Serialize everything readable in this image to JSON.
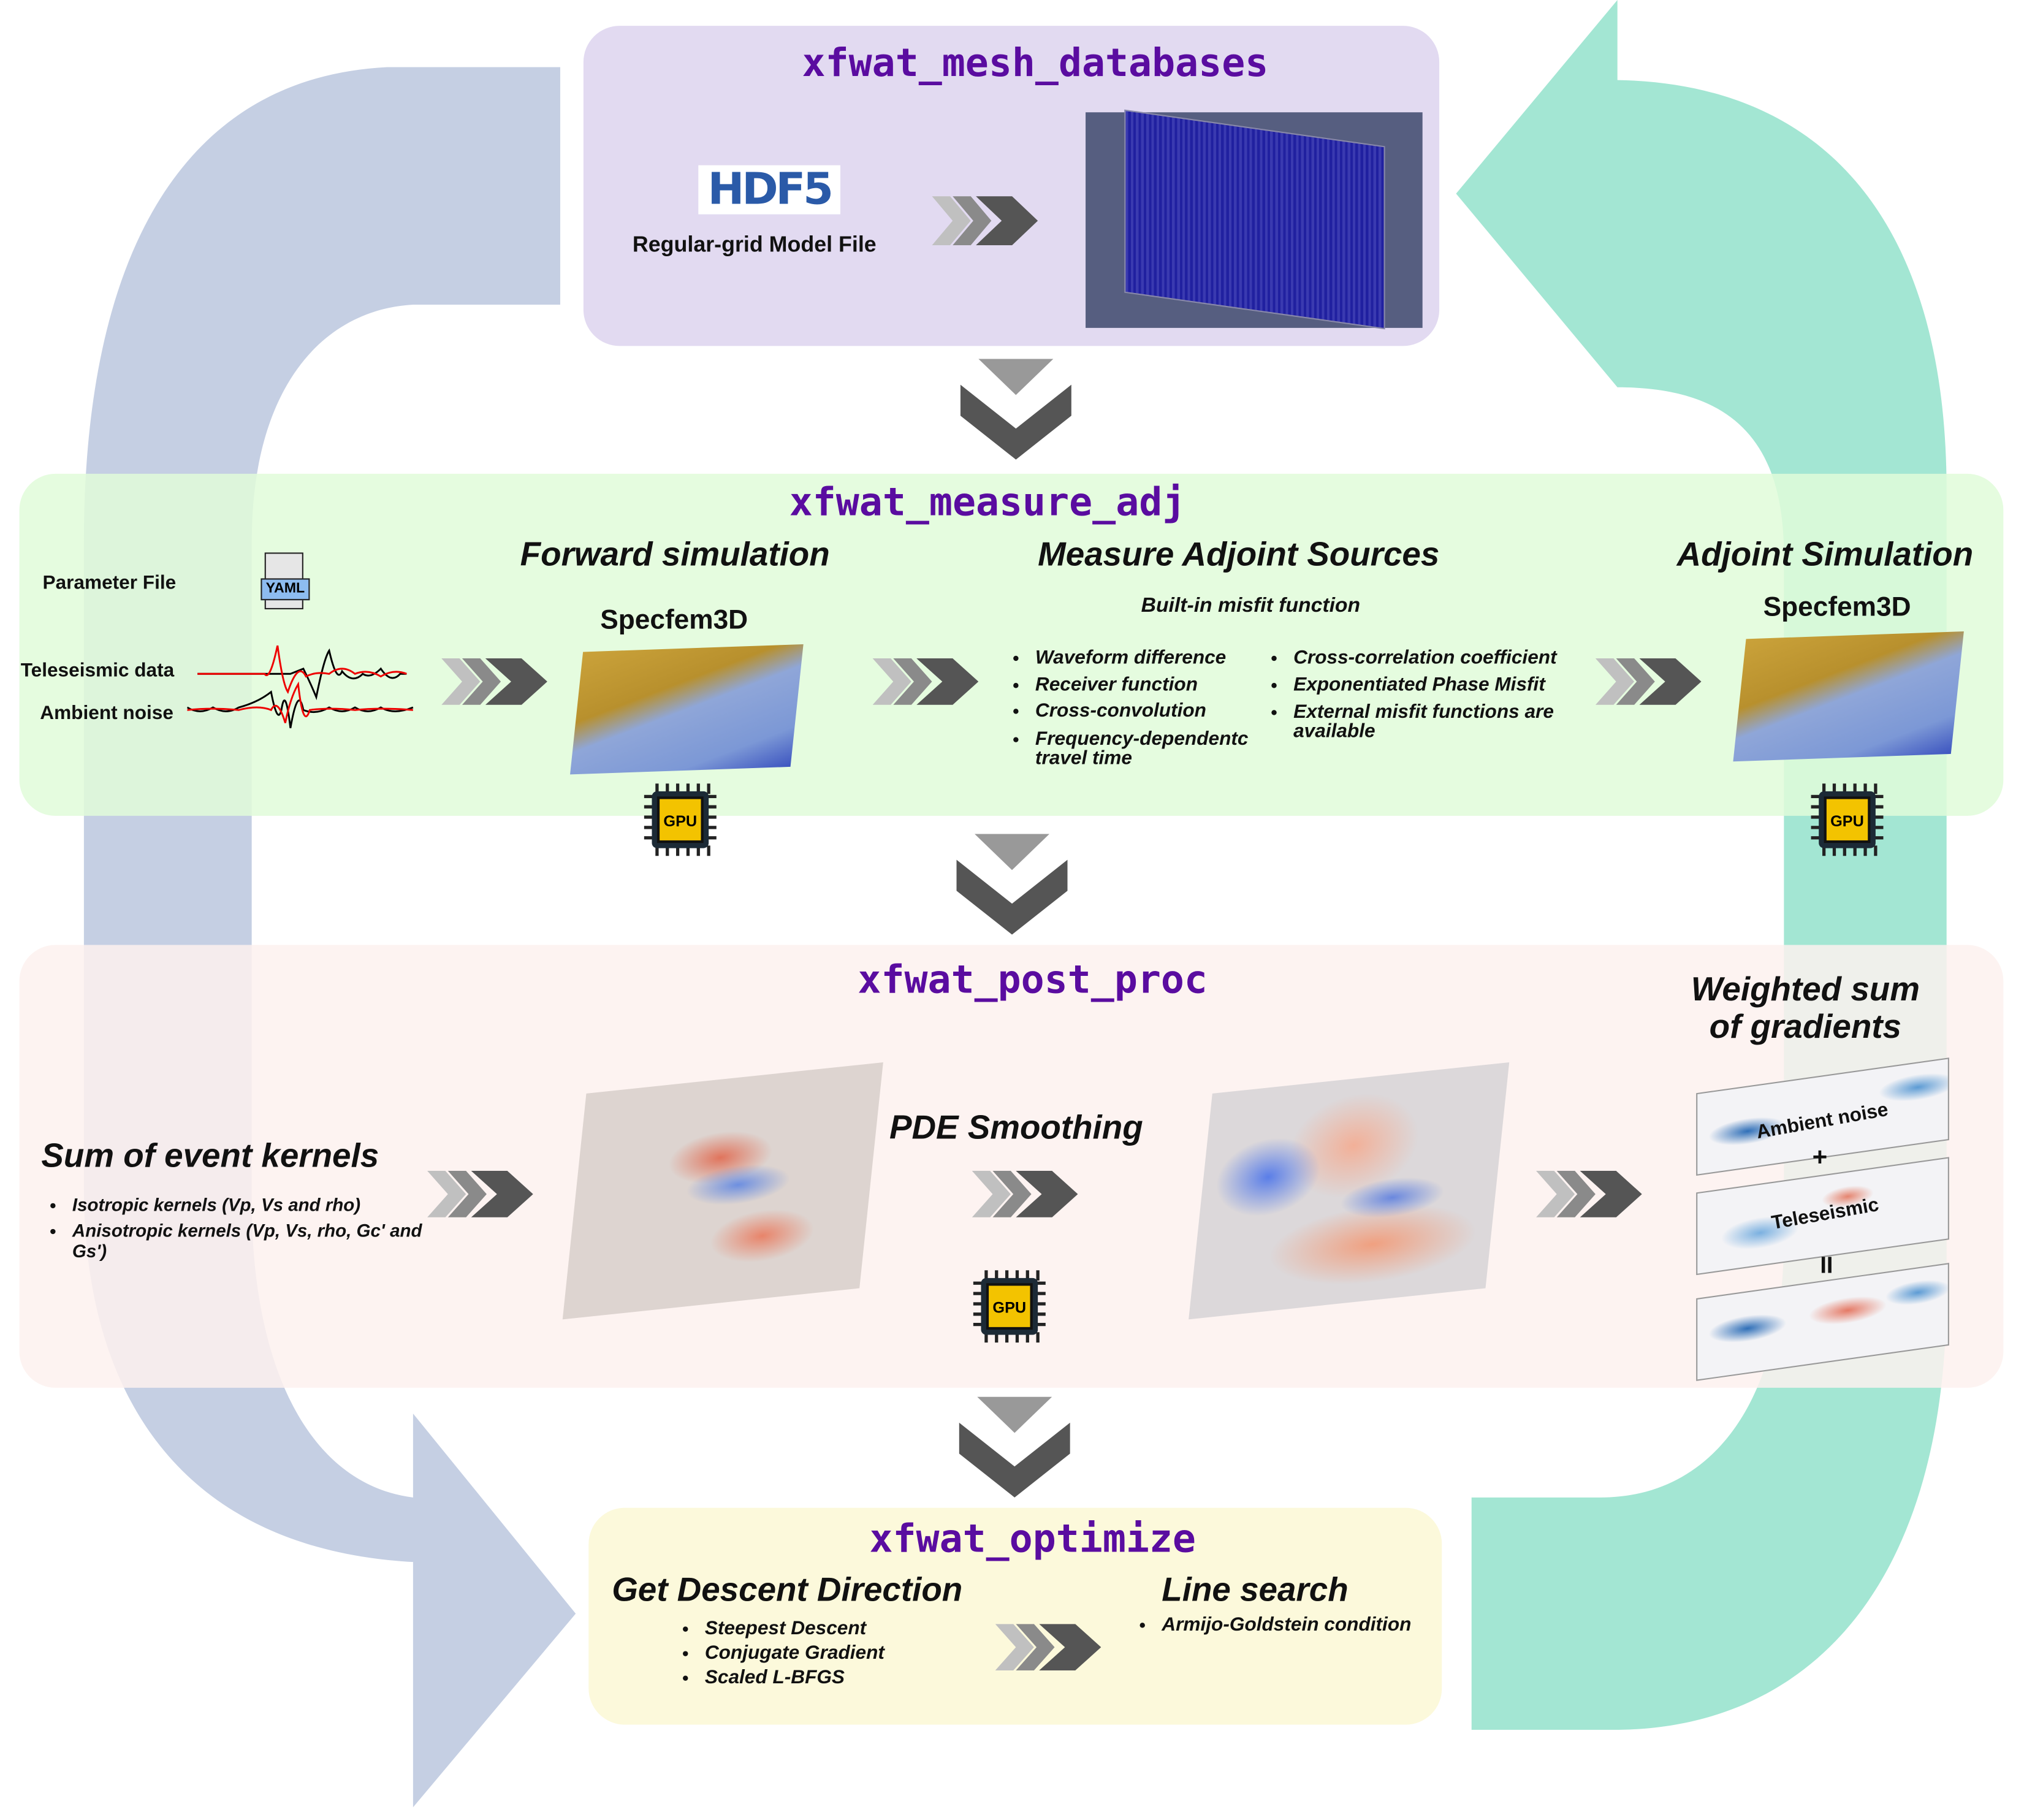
{
  "colors": {
    "left_arrow": "#c5cfe3",
    "right_arrow": "#a3e6d3",
    "mesh_bg": "#e0d8f0",
    "measure_bg": "#e0fcd9",
    "postproc_bg": "#fdf1ef",
    "optimize_bg": "#fcf9d9",
    "module_title": "#5a0ca0"
  },
  "mesh": {
    "title": "xfwat_mesh_databases",
    "logo_text": "HDF5",
    "file_label": "Regular-grid Model File"
  },
  "measure": {
    "title": "xfwat_measure_adj",
    "param_label": "Parameter File",
    "yaml_label": "YAML",
    "tele_label": "Teleseismic data",
    "noise_label": "Ambient noise",
    "forward_heading": "Forward simulation",
    "forward_solver": "Specfem3D",
    "adj_src_heading": "Measure Adjoint Sources",
    "misfit_subheading": "Built-in misfit function",
    "misfit_left": [
      "Waveform difference",
      "Receiver function",
      "Cross-convolution",
      "Frequency-dependentc travel time"
    ],
    "misfit_right": [
      "Cross-correlation coefficient",
      "Exponentiated Phase Misfit",
      "External misfit functions are available"
    ],
    "adjoint_heading": "Adjoint Simulation",
    "adjoint_solver": "Specfem3D",
    "gpu_label": "GPU"
  },
  "postproc": {
    "title": "xfwat_post_proc",
    "sum_heading": "Sum of event kernels",
    "kernels": [
      "Isotropic kernels (Vp, Vs and rho)",
      "Anisotropic kernels (Vp, Vs, rho, Gc' and Gs')"
    ],
    "smoothing_heading": "PDE Smoothing",
    "gpu_label": "GPU",
    "weighted_heading_1": "Weighted sum",
    "weighted_heading_2": "of gradients",
    "ambient_label": "Ambient noise",
    "plus": "+",
    "tele_label": "Teleseismic",
    "equals": "II"
  },
  "optimize": {
    "title": "xfwat_optimize",
    "descent_heading": "Get Descent Direction",
    "descent_methods": [
      "Steepest Descent",
      "Conjugate Gradient",
      "Scaled L-BFGS"
    ],
    "linesearch_heading": "Line search",
    "linesearch_methods": [
      "Armijo-Goldstein condition"
    ]
  }
}
